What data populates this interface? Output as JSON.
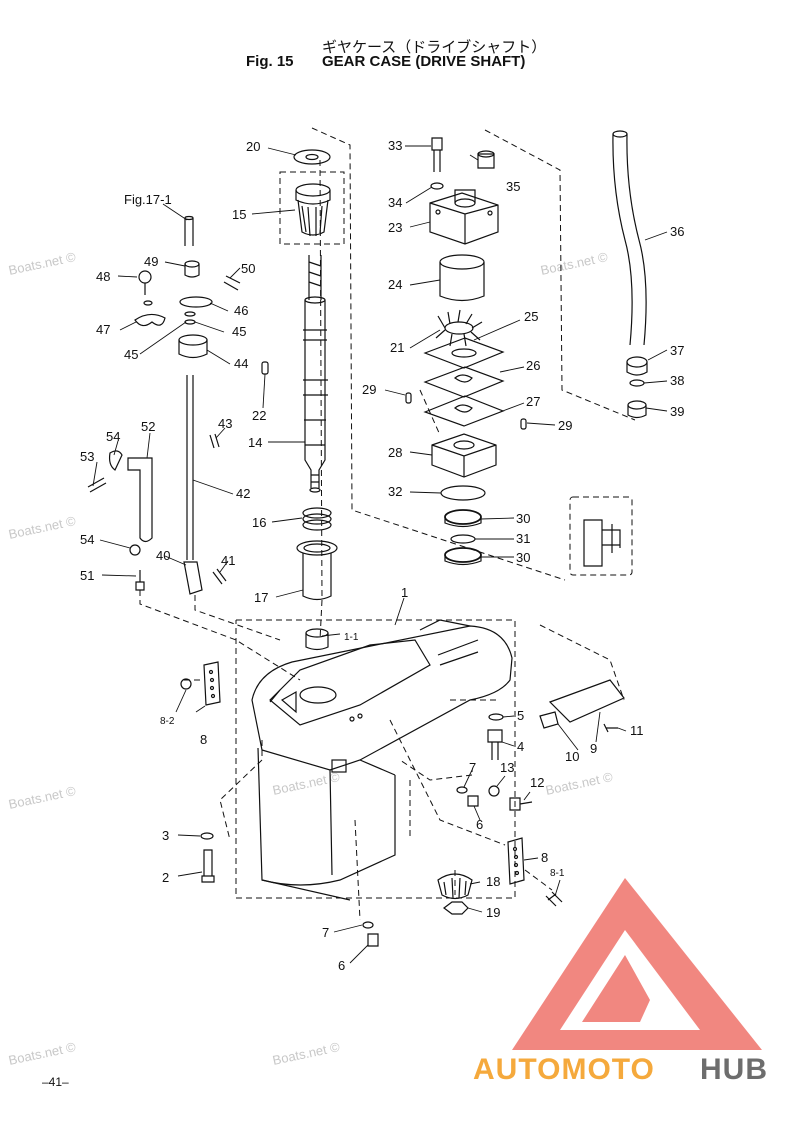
{
  "header": {
    "title_jp": "ギヤケース（ドライブシャフト）",
    "fig_label": "Fig. 15",
    "title_en": "GEAR CASE (DRIVE SHAFT)"
  },
  "refs": {
    "fig_17_1": "Fig.17-1",
    "ref_1_1": "1-1",
    "ref_8_1": "8-1",
    "ref_8_2": "8-2"
  },
  "callouts": [
    "1",
    "2",
    "3",
    "4",
    "5",
    "6",
    "6",
    "7",
    "7",
    "8",
    "8",
    "9",
    "10",
    "11",
    "12",
    "13",
    "14",
    "15",
    "16",
    "17",
    "18",
    "19",
    "20",
    "21",
    "22",
    "23",
    "24",
    "25",
    "26",
    "27",
    "28",
    "29",
    "29",
    "30",
    "30",
    "31",
    "32",
    "33",
    "34",
    "35",
    "36",
    "37",
    "38",
    "39",
    "40",
    "41",
    "42",
    "43",
    "44",
    "45",
    "45",
    "46",
    "47",
    "48",
    "49",
    "50",
    "51",
    "52",
    "53",
    "54",
    "54"
  ],
  "watermarks": [
    "Boats.net ©",
    "Boats.net ©",
    "Boats.net ©",
    "Boats.net ©",
    "Boats.net ©",
    "Boats.net ©",
    "Boats.net ©",
    "Boats.net ©"
  ],
  "branding": {
    "logo_text_orange": "AUTOMOTO",
    "logo_text_gray": "HUB"
  },
  "footer": {
    "page_number": "–41–"
  },
  "colors": {
    "logo_red": "#f07a72",
    "logo_orange": "#f5a93c",
    "logo_gray": "#6d6d6d",
    "line": "#111111"
  }
}
